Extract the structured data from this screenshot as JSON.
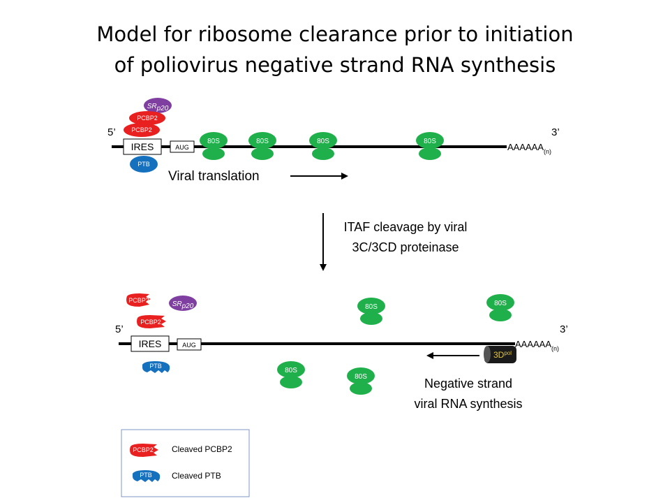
{
  "title": {
    "line1": "Model for ribosome clearance prior to initiation",
    "line2": "of poliovirus negative strand RNA synthesis"
  },
  "colors": {
    "ribosome": "#1fb04c",
    "pcbp2": "#e8201f",
    "srp20": "#7e3fa0",
    "ptb": "#1570be",
    "polymerase": "#1a1a1a",
    "polymerase_text": "#e3c53a",
    "legend_border": "#7f97c4"
  },
  "top_panel": {
    "five_prime": "5’",
    "three_prime": "3’",
    "poly_a": "AAAAAA",
    "poly_a_sub": "(n)",
    "ires": "IRES",
    "aug": "AUG",
    "proteins": {
      "srp20_a": "SR",
      "srp20_b": "p20",
      "pcbp2_upper": "PCBP2",
      "pcbp2_lower": "PCBP2",
      "ptb": "PTB"
    },
    "ribosomes": [
      "80S",
      "80S",
      "80S",
      "80S"
    ],
    "translation_label": "Viral translation"
  },
  "transition": {
    "line1": "ITAF cleavage by viral",
    "line2": "3C/3CD proteinase"
  },
  "bottom_panel": {
    "five_prime": "5’",
    "three_prime": "3’",
    "poly_a": "AAAAAA",
    "poly_a_sub": "(n)",
    "ires": "IRES",
    "aug": "AUG",
    "proteins": {
      "pcbp2_upper": "PCBP2",
      "pcbp2_lower": "PCBP2",
      "srp20_a": "SR",
      "srp20_b": "p20",
      "ptb": "PTB"
    },
    "ribosomes": [
      "80S",
      "80S",
      "80S",
      "80S"
    ],
    "polymerase_a": "3D",
    "polymerase_b": "pol",
    "synthesis_line1": "Negative strand",
    "synthesis_line2": "viral RNA synthesis"
  },
  "legend": {
    "pcbp2_symbol": "PCBP2",
    "pcbp2_label": "Cleaved  PCBP2",
    "ptb_symbol": "PTB",
    "ptb_label": "Cleaved  PTB"
  }
}
